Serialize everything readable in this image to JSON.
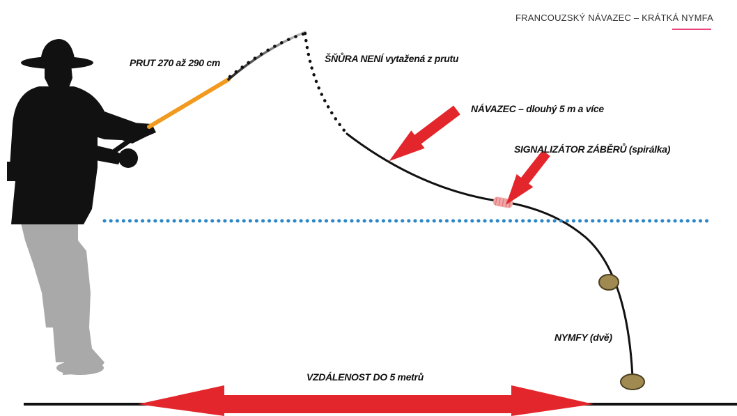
{
  "header": {
    "title": "FRANCOUZSKÝ NÁVAZEC – KRÁTKÁ NYMFA"
  },
  "labels": {
    "rod": "PRUT 270 až 290 cm",
    "line": "ŠŇŮRA NENÍ vytažená z prutu",
    "leader": "NÁVAZEC – dlouhý 5 m a více",
    "indicator": "SIGNALIZÁTOR ZÁBĚRŮ (spirálka)",
    "nymphs": "NYMFY (dvě)",
    "distance": "VZDÁLENOST DO 5 metrů"
  },
  "colors": {
    "accent": "#e8457a",
    "arrow": "#e3262b",
    "rod_butt": "#f29a1f",
    "water_line": "#2a86c8",
    "indicator": "#f2a6a6",
    "nymph": "#a08a52",
    "silhouette": "#111111",
    "reflection": "#a9a9a9"
  }
}
